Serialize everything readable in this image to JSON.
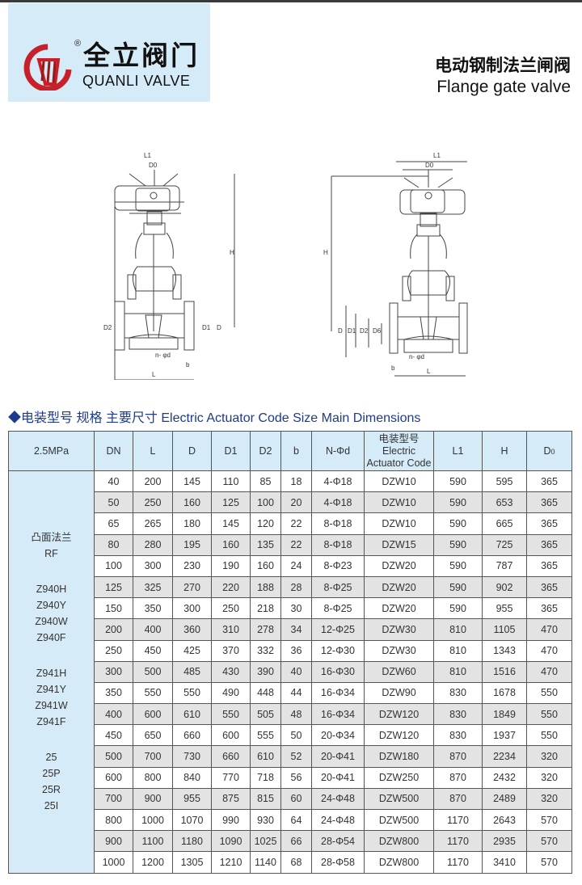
{
  "brand": {
    "name_cn": "全立阀门",
    "name_en": "QUANLI VALVE",
    "registered": "®",
    "logo_color": "#c8202a"
  },
  "product": {
    "title_cn": "电动钢制法兰闸阀",
    "title_en": "Flange gate valve"
  },
  "drawings": {
    "left": {
      "labels": [
        "L1",
        "D0",
        "H",
        "D2",
        "D1",
        "D",
        "n- φd",
        "b",
        "L"
      ]
    },
    "right": {
      "labels": [
        "L1",
        "D0",
        "H",
        "D",
        "D1",
        "D2",
        "D6",
        "n- φd",
        "b",
        "L"
      ]
    }
  },
  "section_title": "◆电装型号 规格 主要尺寸  Electric Actuator Code Size  Main Dimensions",
  "table": {
    "pressure": "2.5MPa",
    "headers": [
      "DN",
      "L",
      "D",
      "D1",
      "D2",
      "b",
      "N-Φd",
      "电装型号|Electric|Actuator Code",
      "L1",
      "H",
      "D0"
    ],
    "side_groups": [
      [
        "凸面法兰",
        "RF"
      ],
      [
        "Z940H",
        "Z940Y",
        "Z940W",
        "Z940F"
      ],
      [
        "Z941H",
        "Z941Y",
        "Z941W",
        "Z941F"
      ],
      [
        "25",
        "25P",
        "25R",
        "25I"
      ]
    ],
    "rows": [
      [
        "40",
        "200",
        "145",
        "110",
        "85",
        "18",
        "4-Φ18",
        "DZW10",
        "590",
        "595",
        "365"
      ],
      [
        "50",
        "250",
        "160",
        "125",
        "100",
        "20",
        "4-Φ18",
        "DZW10",
        "590",
        "653",
        "365"
      ],
      [
        "65",
        "265",
        "180",
        "145",
        "120",
        "22",
        "8-Φ18",
        "DZW10",
        "590",
        "665",
        "365"
      ],
      [
        "80",
        "280",
        "195",
        "160",
        "135",
        "22",
        "8-Φ18",
        "DZW15",
        "590",
        "725",
        "365"
      ],
      [
        "100",
        "300",
        "230",
        "190",
        "160",
        "24",
        "8-Φ23",
        "DZW20",
        "590",
        "787",
        "365"
      ],
      [
        "125",
        "325",
        "270",
        "220",
        "188",
        "28",
        "8-Φ25",
        "DZW20",
        "590",
        "902",
        "365"
      ],
      [
        "150",
        "350",
        "300",
        "250",
        "218",
        "30",
        "8-Φ25",
        "DZW20",
        "590",
        "955",
        "365"
      ],
      [
        "200",
        "400",
        "360",
        "310",
        "278",
        "34",
        "12-Φ25",
        "DZW30",
        "810",
        "1105",
        "470"
      ],
      [
        "250",
        "450",
        "425",
        "370",
        "332",
        "36",
        "12-Φ30",
        "DZW30",
        "810",
        "1343",
        "470"
      ],
      [
        "300",
        "500",
        "485",
        "430",
        "390",
        "40",
        "16-Φ30",
        "DZW60",
        "810",
        "1516",
        "470"
      ],
      [
        "350",
        "550",
        "550",
        "490",
        "448",
        "44",
        "16-Φ34",
        "DZW90",
        "830",
        "1678",
        "550"
      ],
      [
        "400",
        "600",
        "610",
        "550",
        "505",
        "48",
        "16-Φ34",
        "DZW120",
        "830",
        "1849",
        "550"
      ],
      [
        "450",
        "650",
        "660",
        "600",
        "555",
        "50",
        "20-Φ34",
        "DZW120",
        "830",
        "1937",
        "550"
      ],
      [
        "500",
        "700",
        "730",
        "660",
        "610",
        "52",
        "20-Φ41",
        "DZW180",
        "870",
        "2234",
        "320"
      ],
      [
        "600",
        "800",
        "840",
        "770",
        "718",
        "56",
        "20-Φ41",
        "DZW250",
        "870",
        "2432",
        "320"
      ],
      [
        "700",
        "900",
        "955",
        "875",
        "815",
        "60",
        "24-Φ48",
        "DZW500",
        "870",
        "2489",
        "320"
      ],
      [
        "800",
        "1000",
        "1070",
        "990",
        "930",
        "64",
        "24-Φ48",
        "DZW500",
        "1170",
        "2643",
        "570"
      ],
      [
        "900",
        "1100",
        "1180",
        "1090",
        "1025",
        "66",
        "28-Φ54",
        "DZW800",
        "1170",
        "2935",
        "570"
      ],
      [
        "1000",
        "1200",
        "1305",
        "1210",
        "1140",
        "68",
        "28-Φ58",
        "DZW800",
        "1170",
        "3410",
        "570"
      ]
    ]
  }
}
